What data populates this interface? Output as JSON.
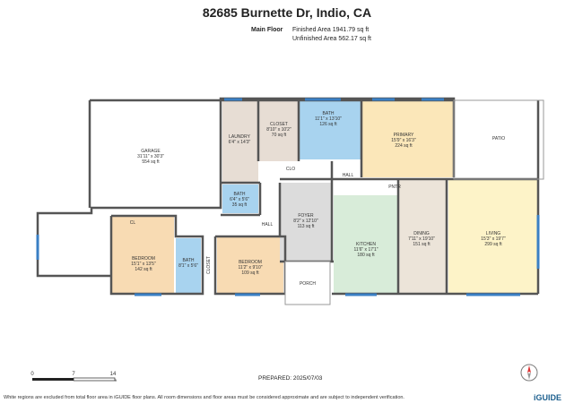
{
  "header": {
    "title": "82685 Burnette Dr, Indio, CA"
  },
  "floor": {
    "name": "Main Floor",
    "finished_area": "Finished Area 1941.79 sq ft",
    "unfinished_area": "Unfinished Area 562.17 sq ft"
  },
  "colors": {
    "wall": "#555555",
    "laundry": "#e7ddd4",
    "bath": "#a8d3ef",
    "primary": "#fbe7b9",
    "kitchen": "#d8ecd9",
    "dining": "#ece4d9",
    "living": "#fdf3c8",
    "bedroom": "#f8dbb3",
    "hall": "#dcdcdc",
    "window": "#3a7fc4"
  },
  "rooms": {
    "garage": {
      "name": "GARAGE",
      "dims": "31'11\" x 30'3\"",
      "area": "554 sq ft"
    },
    "laundry": {
      "name": "LAUNDRY",
      "dims": "6'4\" x 14'3\""
    },
    "closet": {
      "name": "CLOSET",
      "dims": "8'10\" x 10'2\"",
      "area": "70 sq ft"
    },
    "bath_main": {
      "name": "BATH",
      "dims": "11'1\" x 13'10\"",
      "area": "126 sq ft"
    },
    "primary": {
      "name": "PRIMARY",
      "dims": "15'9\" x 16'3\"",
      "area": "224 sq ft"
    },
    "patio": {
      "name": "PATIO"
    },
    "clo": {
      "name": "CLO"
    },
    "hall_upper": {
      "name": "HALL"
    },
    "pntr": {
      "name": "PNTR"
    },
    "bath_small": {
      "name": "BATH",
      "dims": "6'4\" x 5'6\"",
      "area": "35 sq ft"
    },
    "hall_left": {
      "name": "HALL"
    },
    "foyer": {
      "name": "FOYER",
      "dims": "8'2\" x 12'10\"",
      "area": "113 sq ft"
    },
    "kitchen": {
      "name": "KITCHEN",
      "dims": "11'6\" x 17'1\"",
      "area": "180 sq ft"
    },
    "dining": {
      "name": "DINING",
      "dims": "7'11\" x 19'10\"",
      "area": "151 sq ft"
    },
    "living": {
      "name": "LIVING",
      "dims": "15'3\" x 19'7\"",
      "area": "299 sq ft"
    },
    "cl": {
      "name": "CL"
    },
    "bedroom1": {
      "name": "BEDROOM",
      "dims": "15'1\" x 13'5\"",
      "area": "142 sq ft"
    },
    "bath_third": {
      "name": "BATH",
      "dims": "8'1\" x 5'6\""
    },
    "closet2": {
      "name": "CLOSET"
    },
    "bedroom2": {
      "name": "BEDROOM",
      "dims": "11'2\" x 9'10\"",
      "area": "109 sq ft"
    },
    "porch": {
      "name": "PORCH"
    }
  },
  "scale_bar": {
    "ticks": [
      "0",
      "7",
      "14"
    ],
    "unit": "ft"
  },
  "prepared": "PREPARED: 2025/07/03",
  "footer": "White regions are excluded from total floor area in iGUIDE floor plans. All room dimensions and floor areas must be considered approximate and are subject to independent verification.",
  "brand": "iGUIDE",
  "compass_icon": "compass-icon"
}
